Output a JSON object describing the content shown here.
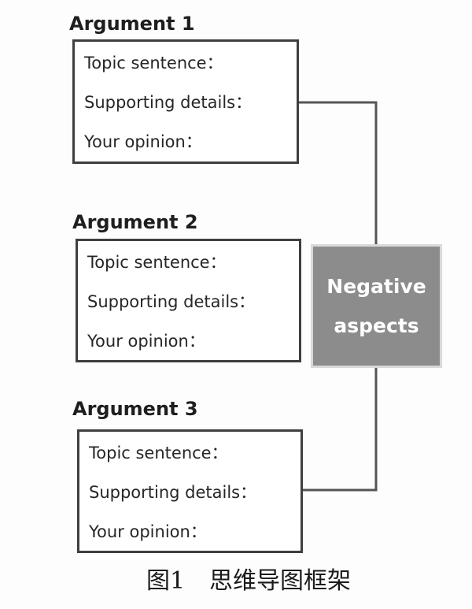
{
  "arguments": [
    {
      "heading": "Argument 1",
      "fields": [
        "Topic sentence：",
        "Supporting details：",
        "Your opinion："
      ]
    },
    {
      "heading": "Argument 2",
      "fields": [
        "Topic sentence：",
        "Supporting details：",
        "Your opinion："
      ]
    },
    {
      "heading": "Argument 3",
      "fields": [
        "Topic sentence：",
        "Supporting details：",
        "Your opinion："
      ]
    }
  ],
  "center": {
    "line1": "Negative",
    "line2": "aspects"
  },
  "caption": {
    "label": "图1",
    "title": "思维导图框架"
  },
  "colors": {
    "box_border": "#3f3f3f",
    "connector": "#555555",
    "center_fill": "#8c8c8c",
    "center_text": "#ffffff"
  }
}
